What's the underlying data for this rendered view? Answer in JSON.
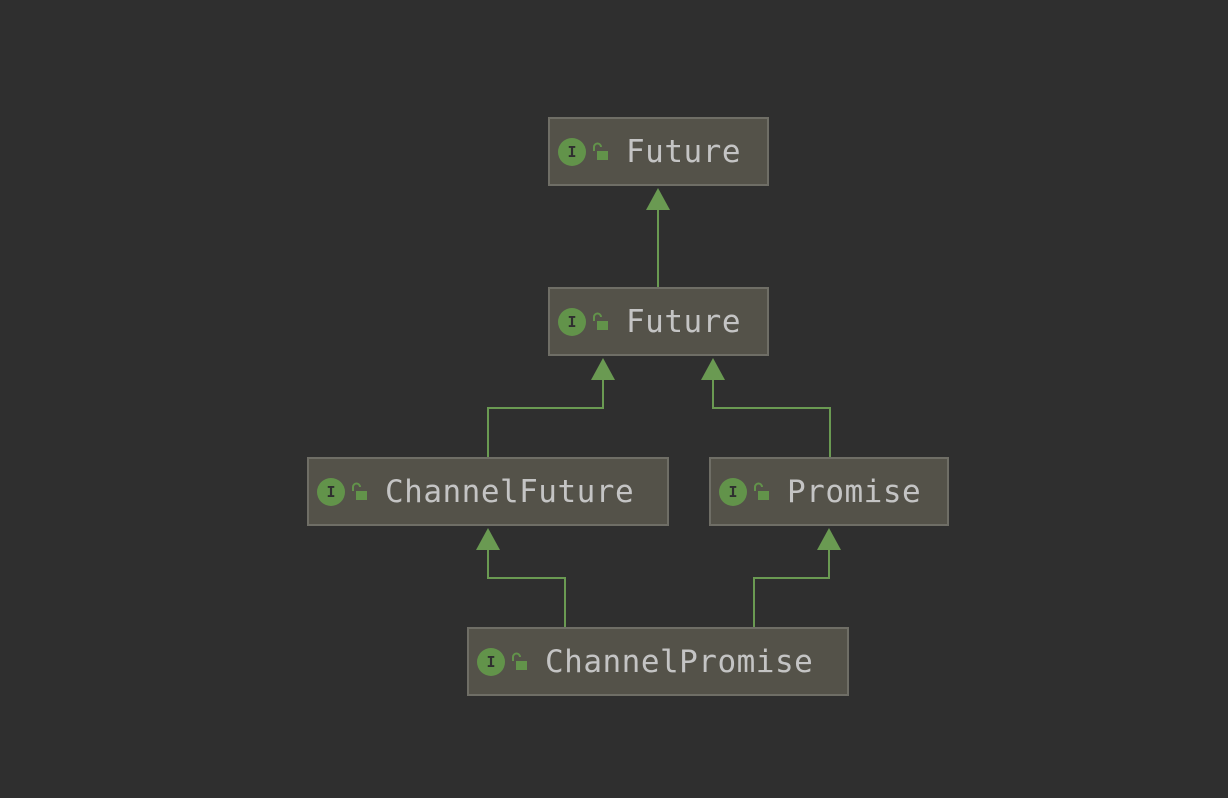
{
  "diagram": {
    "nodes": [
      {
        "id": "future-top",
        "label": "Future",
        "badge": "I",
        "kind": "interface"
      },
      {
        "id": "future-mid",
        "label": "Future",
        "badge": "I",
        "kind": "interface"
      },
      {
        "id": "channel-future",
        "label": "ChannelFuture",
        "badge": "I",
        "kind": "interface"
      },
      {
        "id": "promise",
        "label": "Promise",
        "badge": "I",
        "kind": "interface"
      },
      {
        "id": "channel-promise",
        "label": "ChannelPromise",
        "badge": "I",
        "kind": "interface"
      }
    ],
    "edges": [
      {
        "from": "future-mid",
        "to": "future-top",
        "type": "extends"
      },
      {
        "from": "channel-future",
        "to": "future-mid",
        "type": "extends"
      },
      {
        "from": "promise",
        "to": "future-mid",
        "type": "extends"
      },
      {
        "from": "channel-promise",
        "to": "channel-future",
        "type": "extends"
      },
      {
        "from": "channel-promise",
        "to": "promise",
        "type": "extends"
      }
    ],
    "colors": {
      "background": "#2f2f2f",
      "node_fill": "#545249",
      "node_border": "#6f6e66",
      "edge": "#6a9a52",
      "badge": "#62934a",
      "text": "#c4c4c4"
    },
    "icons": {
      "badge": "interface-badge-icon",
      "visibility": "unlocked-padlock-icon"
    }
  }
}
